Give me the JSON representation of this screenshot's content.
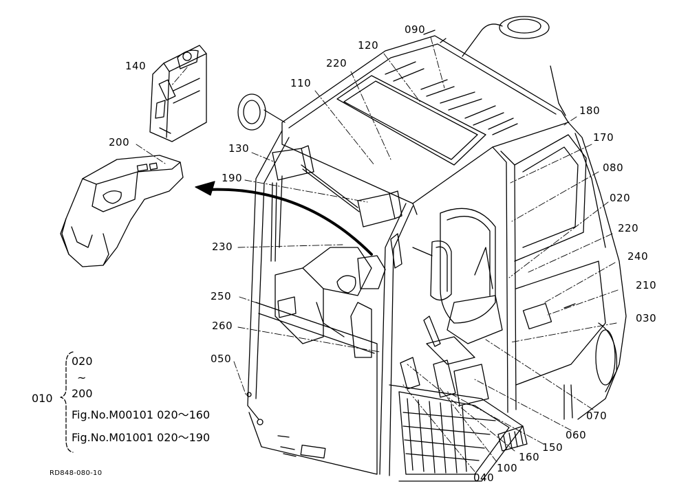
{
  "diagram": {
    "part_labels": [
      {
        "id": "090",
        "text": "090"
      },
      {
        "id": "120",
        "text": "120"
      },
      {
        "id": "220a",
        "text": "220"
      },
      {
        "id": "110",
        "text": "110"
      },
      {
        "id": "140",
        "text": "140"
      },
      {
        "id": "180",
        "text": "180"
      },
      {
        "id": "170",
        "text": "170"
      },
      {
        "id": "080",
        "text": "080"
      },
      {
        "id": "020",
        "text": "020"
      },
      {
        "id": "220b",
        "text": "220"
      },
      {
        "id": "240",
        "text": "240"
      },
      {
        "id": "210",
        "text": "210"
      },
      {
        "id": "030",
        "text": "030"
      },
      {
        "id": "200",
        "text": "200"
      },
      {
        "id": "130",
        "text": "130"
      },
      {
        "id": "190",
        "text": "190"
      },
      {
        "id": "230",
        "text": "230"
      },
      {
        "id": "250",
        "text": "250"
      },
      {
        "id": "260",
        "text": "260"
      },
      {
        "id": "050",
        "text": "050"
      },
      {
        "id": "070",
        "text": "070"
      },
      {
        "id": "060",
        "text": "060"
      },
      {
        "id": "150",
        "text": "150"
      },
      {
        "id": "160",
        "text": "160"
      },
      {
        "id": "100",
        "text": "100"
      },
      {
        "id": "040",
        "text": "040"
      }
    ],
    "legend": {
      "assembly": "010",
      "range_start": "020",
      "range_sep": "~",
      "range_end": "200",
      "fig1": "Fig.No.M00101  020～160",
      "fig2": "Fig.No.M01001  020～190"
    },
    "reference_code": "RD848-080-10"
  }
}
